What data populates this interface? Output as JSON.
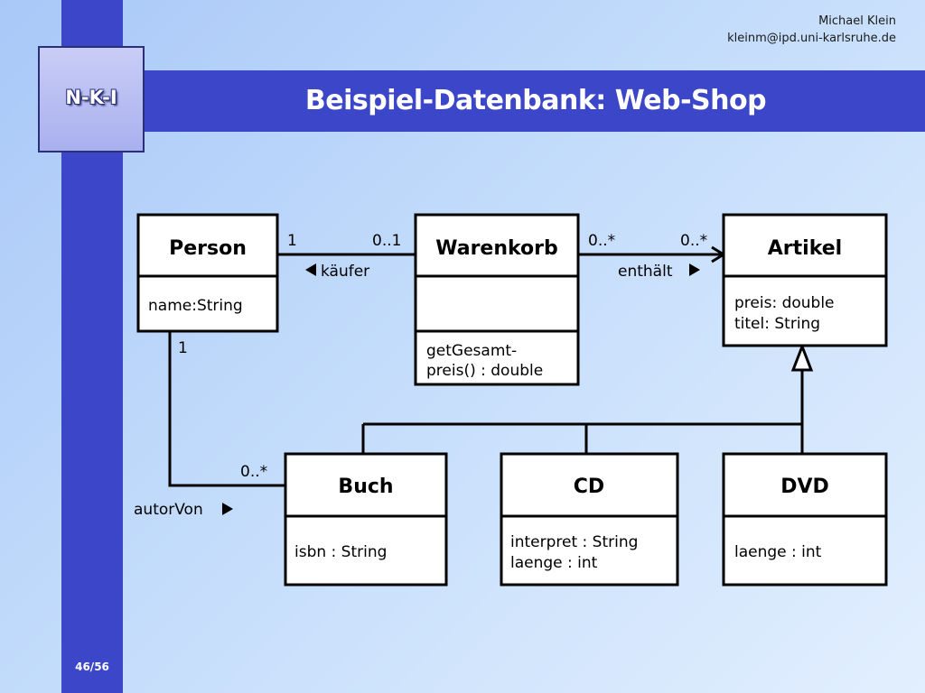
{
  "slide": {
    "title": "Beispiel-Datenbank: Web-Shop",
    "logo": "N-K-I",
    "author_name": "Michael Klein",
    "author_email": "kleinm@ipd.uni-karlsruhe.de",
    "page": "46/56"
  },
  "colors": {
    "band": "#3c46c8",
    "logo_fill": "#b8bdf1",
    "background": "#c3dcfb"
  },
  "classes": {
    "person": {
      "name": "Person",
      "attributes": [
        "name:String"
      ]
    },
    "warenkorb": {
      "name": "Warenkorb",
      "attributes": [],
      "methods": [
        "getGesamt-",
        "preis() : double"
      ]
    },
    "artikel": {
      "name": "Artikel",
      "attributes": [
        "preis: double",
        "titel: String"
      ]
    },
    "buch": {
      "name": "Buch",
      "attributes": [
        "isbn : String"
      ]
    },
    "cd": {
      "name": "CD",
      "attributes": [
        "interpret : String",
        "laenge : int"
      ]
    },
    "dvd": {
      "name": "DVD",
      "attributes": [
        "laenge : int"
      ]
    }
  },
  "associations": {
    "kaeufer": {
      "label": "käufer",
      "mult_person": "1",
      "mult_warenkorb": "0..1",
      "arrow": "left"
    },
    "enthaelt": {
      "label": "enthält",
      "mult_warenkorb": "0..*",
      "mult_artikel": "0..*",
      "arrow": "right"
    },
    "autorVon": {
      "label": "autorVon",
      "mult_person": "1",
      "mult_buch": "0..*",
      "arrow": "right"
    }
  }
}
